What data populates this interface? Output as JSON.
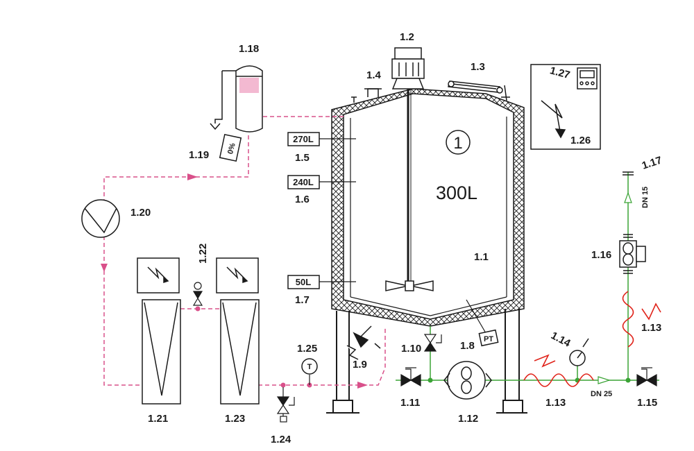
{
  "tank": {
    "number": "1",
    "capacity": "300L"
  },
  "level_marks": [
    {
      "volume": "270L",
      "id": "1.5"
    },
    {
      "volume": "240L",
      "id": "1.6"
    },
    {
      "volume": "50L",
      "id": "1.7"
    }
  ],
  "items": {
    "i1_1": "1.1",
    "i1_2": "1.2",
    "i1_3": "1.3",
    "i1_4": "1.4",
    "i1_8": "1.8",
    "i1_9": "1.9",
    "i1_10": "1.10",
    "i1_11": "1.11",
    "i1_12": "1.12",
    "i1_13a": "1.13",
    "i1_13b": "1.13",
    "i1_14": "1.14",
    "i1_15": "1.15",
    "i1_16": "1.16",
    "i1_17": "1.17",
    "i1_18": "1.18",
    "i1_19": "1.19",
    "i1_20": "1.20",
    "i1_21": "1.21",
    "i1_22": "1.22",
    "i1_23": "1.23",
    "i1_24": "1.24",
    "i1_25": "1.25",
    "i1_26": "1.26",
    "i1_27": "1.27"
  },
  "pipe_labels": {
    "dn25": "DN 25",
    "dn15": "DN 15"
  },
  "instrument_tags": {
    "pressure": "PT",
    "temperature": "T",
    "percent": "0%"
  },
  "colors": {
    "cooling_line": "#d9508a",
    "product_line": "#3aa335",
    "heater": "#e0231a",
    "outline": "#1a1a1a"
  }
}
